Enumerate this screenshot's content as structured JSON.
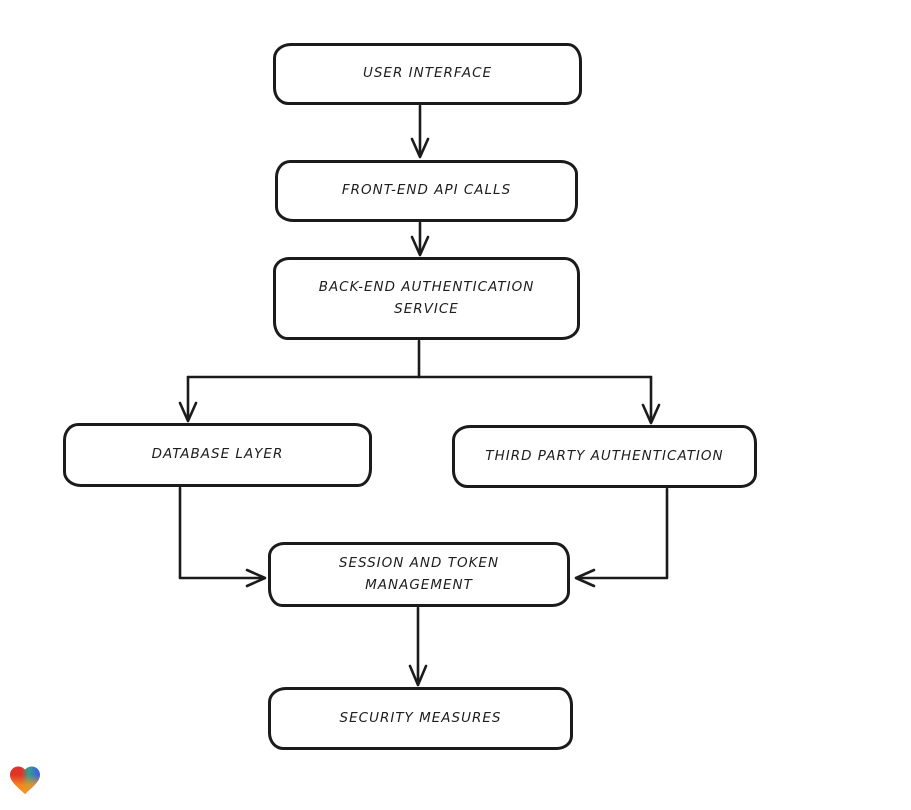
{
  "diagram": {
    "type": "flowchart",
    "background": "#ffffff",
    "stroke_color": "#1b1b1b",
    "node_fill": "#ffffff",
    "text_color": "#1e1e1e",
    "nodes": [
      {
        "id": "user-interface",
        "label": "USER INTERFACE"
      },
      {
        "id": "front-end-api-calls",
        "label": "FRONT-END API CALLS"
      },
      {
        "id": "back-end-authentication-service",
        "label": "BACK-END AUTHENTICATION SERVICE"
      },
      {
        "id": "database-layer",
        "label": "DATABASE LAYER"
      },
      {
        "id": "third-party-authentication",
        "label": "THIRD PARTY AUTHENTICATION"
      },
      {
        "id": "session-and-token-management",
        "label": "SESSION AND TOKEN MANAGEMENT"
      },
      {
        "id": "security-measures",
        "label": "SECURITY MEASURES"
      }
    ],
    "edges": [
      {
        "from": "user-interface",
        "to": "front-end-api-calls"
      },
      {
        "from": "front-end-api-calls",
        "to": "back-end-authentication-service"
      },
      {
        "from": "back-end-authentication-service",
        "to": "database-layer"
      },
      {
        "from": "back-end-authentication-service",
        "to": "third-party-authentication"
      },
      {
        "from": "database-layer",
        "to": "session-and-token-management"
      },
      {
        "from": "third-party-authentication",
        "to": "session-and-token-management"
      },
      {
        "from": "session-and-token-management",
        "to": "security-measures"
      }
    ]
  },
  "logo": {
    "name": "heart-logo",
    "colors": {
      "red": "#e23329",
      "teal": "#2fa191",
      "blue": "#3f55e6",
      "orange": "#f7961d"
    }
  }
}
